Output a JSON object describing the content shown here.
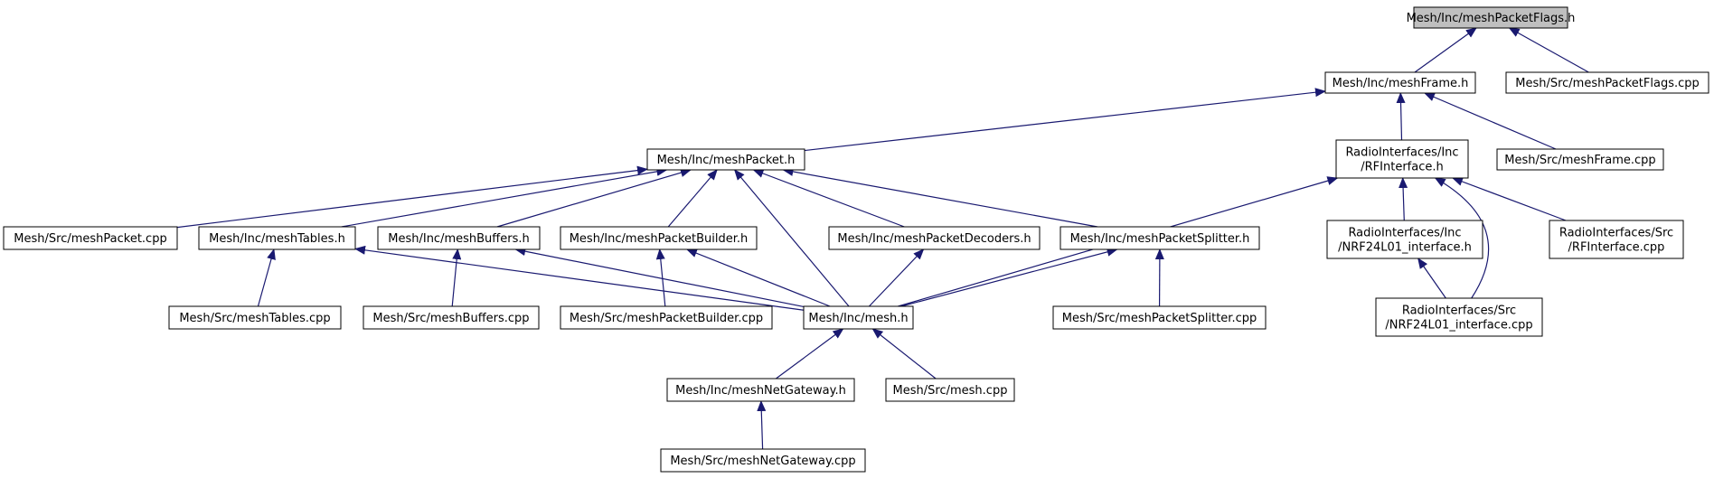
{
  "colors": {
    "edge": "#191970",
    "node_border": "#000000",
    "node_fill": "#ffffff",
    "root_fill": "#bfbfbf"
  },
  "nodes": [
    {
      "id": "mesh-packet-flags-h",
      "lines": [
        "Mesh/Inc/meshPacketFlags.h"
      ],
      "root": true
    },
    {
      "id": "mesh-frame-h",
      "lines": [
        "Mesh/Inc/meshFrame.h"
      ]
    },
    {
      "id": "mesh-packet-flags-cpp",
      "lines": [
        "Mesh/Src/meshPacketFlags.cpp"
      ]
    },
    {
      "id": "mesh-packet-h",
      "lines": [
        "Mesh/Inc/meshPacket.h"
      ]
    },
    {
      "id": "rfinterface-h",
      "lines": [
        "RadioInterfaces/Inc",
        "/RFInterface.h"
      ]
    },
    {
      "id": "mesh-frame-cpp",
      "lines": [
        "Mesh/Src/meshFrame.cpp"
      ]
    },
    {
      "id": "mesh-packet-cpp",
      "lines": [
        "Mesh/Src/meshPacket.cpp"
      ]
    },
    {
      "id": "mesh-tables-h",
      "lines": [
        "Mesh/Inc/meshTables.h"
      ]
    },
    {
      "id": "mesh-buffers-h",
      "lines": [
        "Mesh/Inc/meshBuffers.h"
      ]
    },
    {
      "id": "mesh-packet-builder-h",
      "lines": [
        "Mesh/Inc/meshPacketBuilder.h"
      ]
    },
    {
      "id": "mesh-packet-decoders-h",
      "lines": [
        "Mesh/Inc/meshPacketDecoders.h"
      ]
    },
    {
      "id": "mesh-packet-splitter-h",
      "lines": [
        "Mesh/Inc/meshPacketSplitter.h"
      ]
    },
    {
      "id": "nrf24l01-interface-h",
      "lines": [
        "RadioInterfaces/Inc",
        "/NRF24L01_interface.h"
      ]
    },
    {
      "id": "rfinterface-cpp",
      "lines": [
        "RadioInterfaces/Src",
        "/RFInterface.cpp"
      ]
    },
    {
      "id": "mesh-tables-cpp",
      "lines": [
        "Mesh/Src/meshTables.cpp"
      ]
    },
    {
      "id": "mesh-buffers-cpp",
      "lines": [
        "Mesh/Src/meshBuffers.cpp"
      ]
    },
    {
      "id": "mesh-packet-builder-cpp",
      "lines": [
        "Mesh/Src/meshPacketBuilder.cpp"
      ]
    },
    {
      "id": "mesh-h",
      "lines": [
        "Mesh/Inc/mesh.h"
      ]
    },
    {
      "id": "mesh-packet-splitter-cpp",
      "lines": [
        "Mesh/Src/meshPacketSplitter.cpp"
      ]
    },
    {
      "id": "nrf24l01-interface-cpp",
      "lines": [
        "RadioInterfaces/Src",
        "/NRF24L01_interface.cpp"
      ]
    },
    {
      "id": "mesh-net-gateway-h",
      "lines": [
        "Mesh/Inc/meshNetGateway.h"
      ]
    },
    {
      "id": "mesh-cpp",
      "lines": [
        "Mesh/Src/mesh.cpp"
      ]
    },
    {
      "id": "mesh-net-gateway-cpp",
      "lines": [
        "Mesh/Src/meshNetGateway.cpp"
      ]
    }
  ],
  "edges": [
    {
      "from": "mesh-packet-flags-h",
      "to": "mesh-frame-h"
    },
    {
      "from": "mesh-packet-flags-h",
      "to": "mesh-packet-flags-cpp"
    },
    {
      "from": "mesh-frame-h",
      "to": "mesh-packet-h"
    },
    {
      "from": "mesh-frame-h",
      "to": "rfinterface-h"
    },
    {
      "from": "mesh-frame-h",
      "to": "mesh-frame-cpp"
    },
    {
      "from": "mesh-packet-h",
      "to": "mesh-packet-cpp"
    },
    {
      "from": "mesh-packet-h",
      "to": "mesh-tables-h"
    },
    {
      "from": "mesh-packet-h",
      "to": "mesh-buffers-h"
    },
    {
      "from": "mesh-packet-h",
      "to": "mesh-packet-builder-h"
    },
    {
      "from": "mesh-packet-h",
      "to": "mesh-packet-decoders-h"
    },
    {
      "from": "mesh-packet-h",
      "to": "mesh-packet-splitter-h"
    },
    {
      "from": "mesh-packet-h",
      "to": "mesh-h"
    },
    {
      "from": "rfinterface-h",
      "to": "nrf24l01-interface-h"
    },
    {
      "from": "rfinterface-h",
      "to": "rfinterface-cpp"
    },
    {
      "from": "rfinterface-h",
      "to": "nrf24l01-interface-cpp"
    },
    {
      "from": "rfinterface-h",
      "to": "mesh-h"
    },
    {
      "from": "mesh-tables-h",
      "to": "mesh-tables-cpp"
    },
    {
      "from": "mesh-tables-h",
      "to": "mesh-h"
    },
    {
      "from": "mesh-buffers-h",
      "to": "mesh-buffers-cpp"
    },
    {
      "from": "mesh-buffers-h",
      "to": "mesh-h"
    },
    {
      "from": "mesh-packet-builder-h",
      "to": "mesh-packet-builder-cpp"
    },
    {
      "from": "mesh-packet-builder-h",
      "to": "mesh-h"
    },
    {
      "from": "mesh-packet-decoders-h",
      "to": "mesh-h"
    },
    {
      "from": "mesh-packet-splitter-h",
      "to": "mesh-h"
    },
    {
      "from": "mesh-packet-splitter-h",
      "to": "mesh-packet-splitter-cpp"
    },
    {
      "from": "nrf24l01-interface-h",
      "to": "nrf24l01-interface-cpp"
    },
    {
      "from": "mesh-h",
      "to": "mesh-net-gateway-h"
    },
    {
      "from": "mesh-h",
      "to": "mesh-cpp"
    },
    {
      "from": "mesh-net-gateway-h",
      "to": "mesh-net-gateway-cpp"
    }
  ]
}
